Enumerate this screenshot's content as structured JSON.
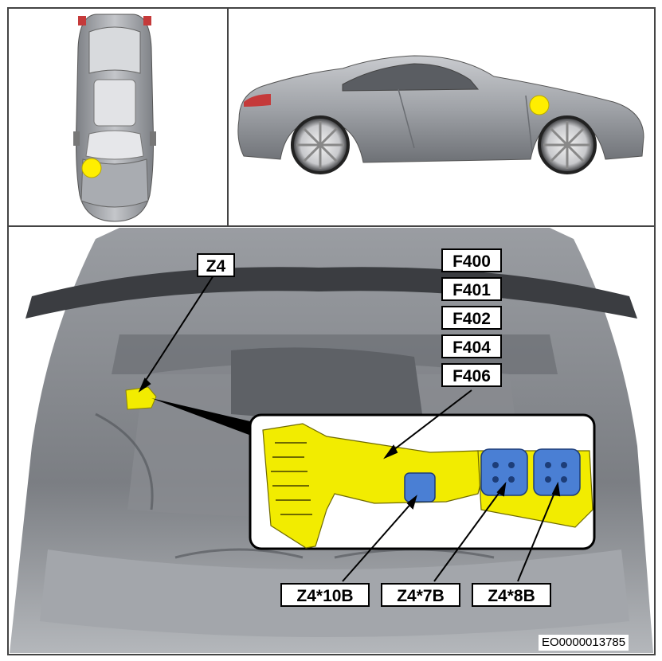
{
  "diagram": {
    "location_labels": {
      "z4": "Z4",
      "fuses": [
        "F400",
        "F401",
        "F402",
        "F404",
        "F406"
      ],
      "connectors": [
        "Z4*10B",
        "Z4*7B",
        "Z4*8B"
      ]
    },
    "document_id": "EO0000013785",
    "colors": {
      "highlight_component": "#f2ec00",
      "location_marker": "#ffee00",
      "connector_blue": "#4a7fd4",
      "car_body": "#9b9ea3",
      "frame": "#444444"
    },
    "icons": {
      "top_view": "car-top-view-icon",
      "side_view": "car-side-view-icon",
      "engine_bay": "engine-bay-icon",
      "marker": "yellow-dot-marker-icon"
    }
  }
}
